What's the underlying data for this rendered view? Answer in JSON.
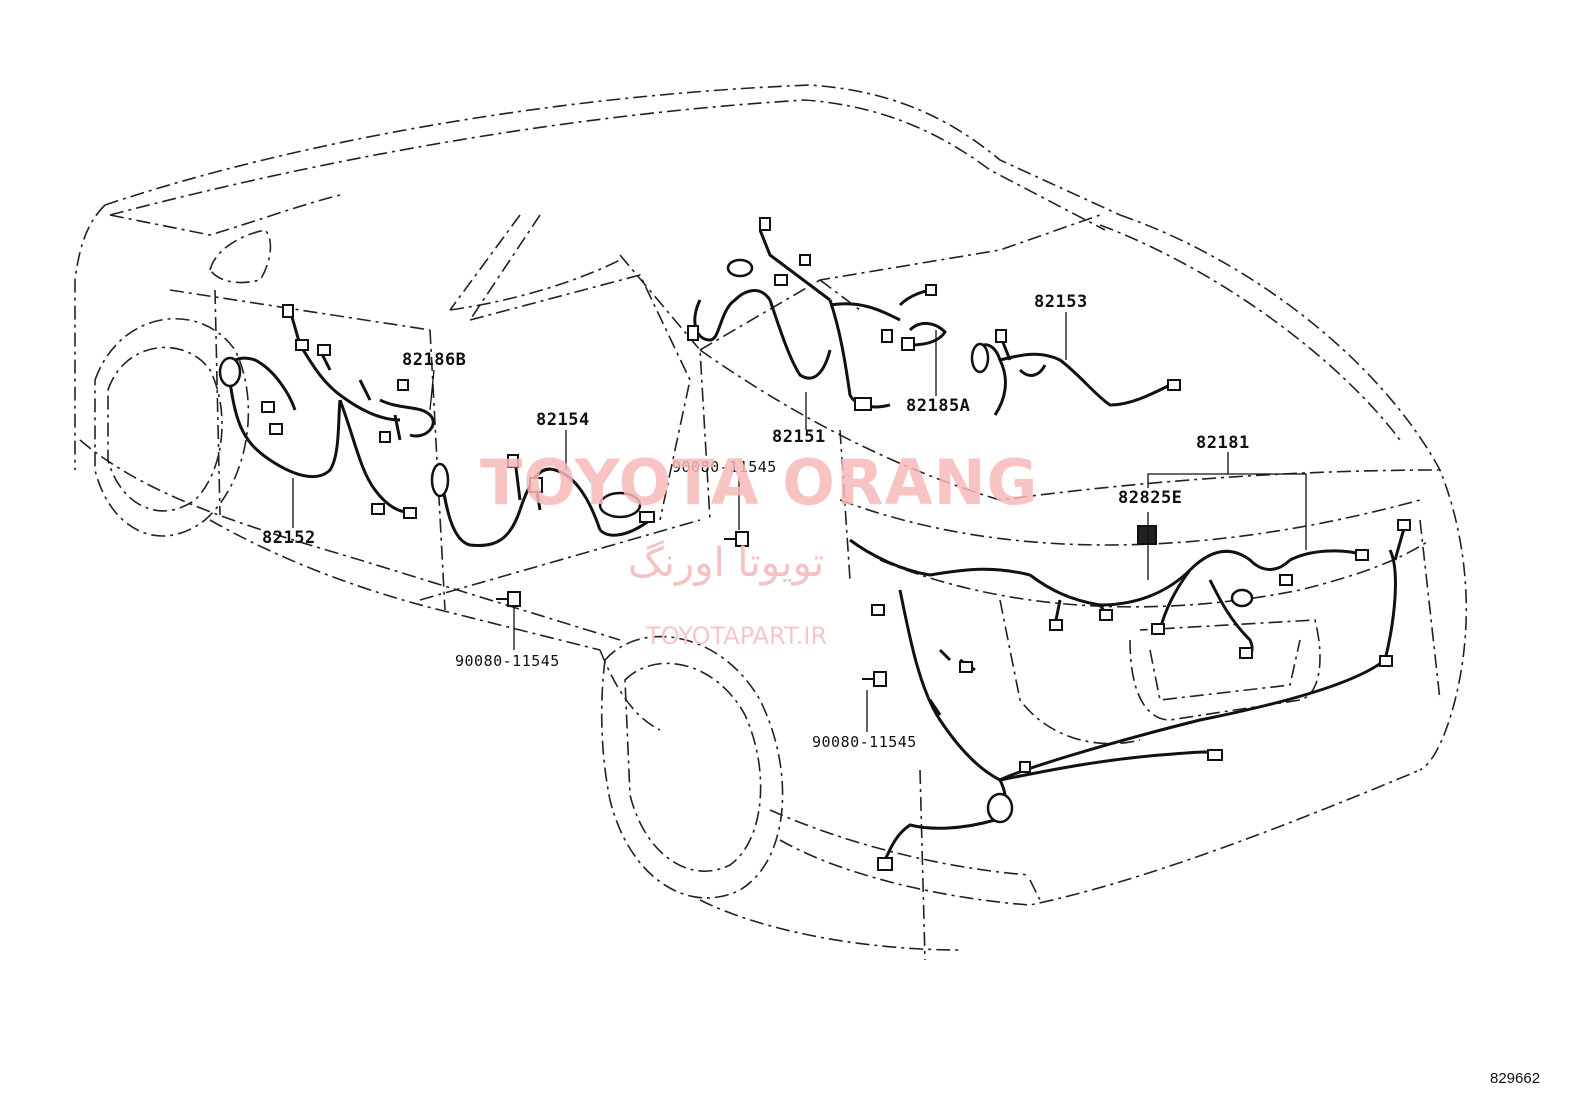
{
  "diagram": {
    "id": "829662"
  },
  "watermark": {
    "brand": "TOYOTA ORANG",
    "brand_fa": "تویوتا اورنگ",
    "url": "TOYOTAPART.IR"
  },
  "parts": {
    "p82152": "82152",
    "p82186b": "82186B",
    "p82154": "82154",
    "p82151": "82151",
    "p82185a": "82185A",
    "p82153": "82153",
    "p82181": "82181",
    "p82825e": "82825E"
  },
  "bolts": {
    "b1": "90080-11545",
    "b2": "90080-11545",
    "b3": "90080-11545"
  }
}
